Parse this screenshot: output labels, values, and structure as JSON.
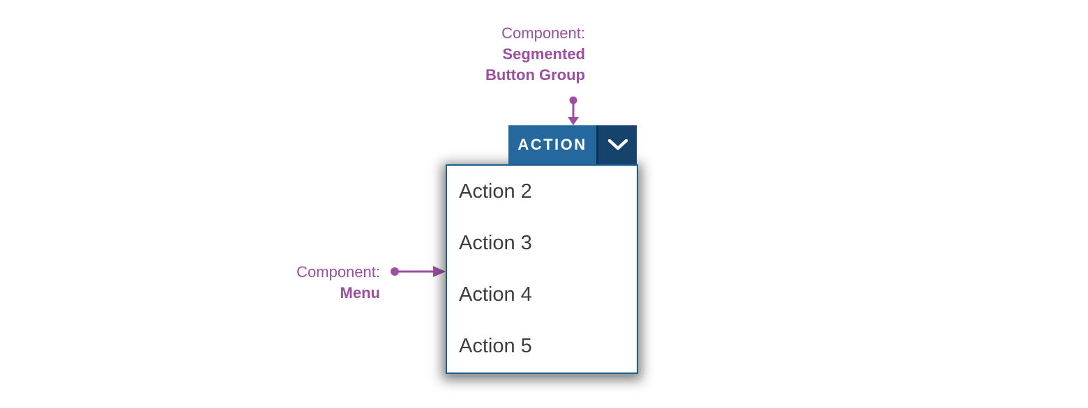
{
  "annotations": {
    "segmented_button_group": {
      "line1": "Component:",
      "line2": "Segmented",
      "line3": "Button Group"
    },
    "menu_label": {
      "line1": "Component:",
      "line2": "Menu"
    }
  },
  "segmented_button": {
    "action_label": "ACTION",
    "chevron_icon": "chevron-down-icon"
  },
  "menu": {
    "items": [
      "Action 2",
      "Action 3",
      "Action 4",
      "Action 5"
    ]
  },
  "colors": {
    "annotation_purple": "#9B4F9E",
    "button_primary_blue": "#25689D",
    "button_dark_blue": "#15436B",
    "segment_divider_blue": "#0E3456",
    "menu_border_blue": "#20608F",
    "menu_item_text": "#3D3D3D",
    "button_text": "#FFFFFF"
  }
}
